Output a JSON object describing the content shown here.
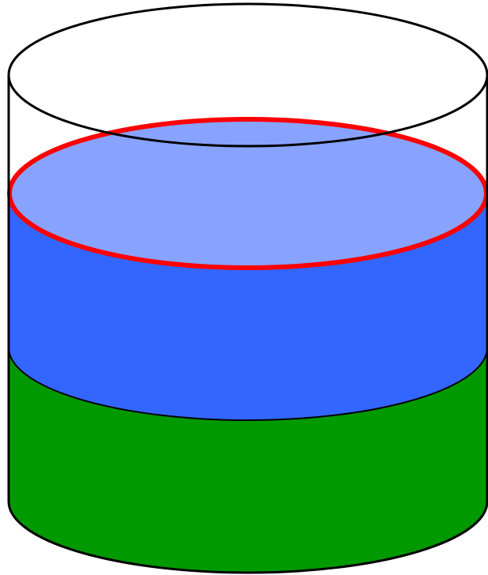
{
  "diagram": {
    "type": "layered-cylinder",
    "layers": [
      {
        "name": "bottom-layer",
        "color": "#009900"
      },
      {
        "name": "middle-layer",
        "color": "#3366ff"
      }
    ],
    "surface": {
      "fill": "#88a3ff",
      "outline_color": "#ff0000"
    },
    "outline_color": "#000000",
    "background": "#ffffff"
  }
}
